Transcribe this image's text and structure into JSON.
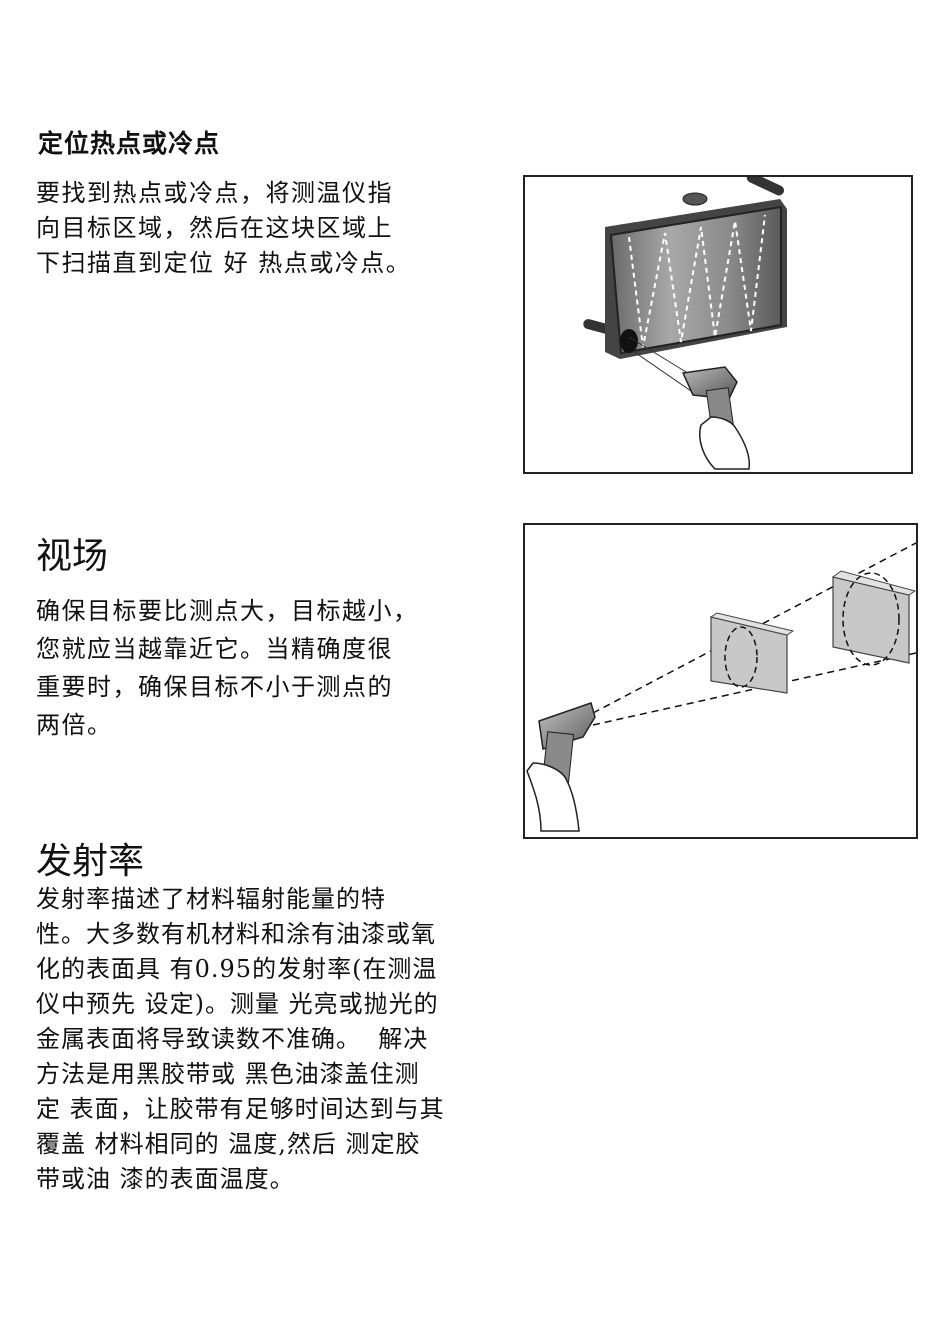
{
  "sections": [
    {
      "heading": "定位热点或冷点",
      "lines": [
        "要找到热点或冷点，将测温仪指",
        "向目标区域，然后在这块区域上",
        "下扫描直到定位 好 热点或冷点。"
      ]
    },
    {
      "heading": "视场",
      "lines": [
        "确保目标要比测点大，目标越小，",
        "您就应当越靠近它。当精确度很",
        "重要时，确保目标不小于测点的",
        "两倍。"
      ]
    },
    {
      "heading": "发射率",
      "lines": [
        "发射率描述了材料辐射能量的特",
        "性。大多数有机材料和涂有油漆或氧",
        "化的表面具 有0.95的发射率(在测温",
        "仪中预先 设定)。测量 光亮或抛光的",
        "金属表面将导致读数不准确。  解决",
        "方法是用黑胶带或 黑色油漆盖住测",
        "定 表面，让胶带有足够时间达到与其",
        "覆盖 材料相同的 温度,然后 测定胶",
        "带或油 漆的表面温度。"
      ]
    }
  ]
}
